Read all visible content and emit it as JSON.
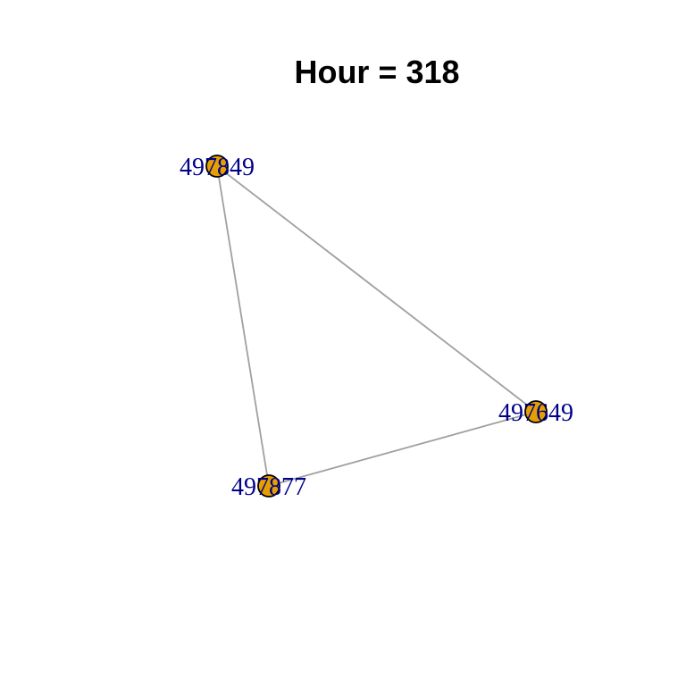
{
  "title": "Hour = 318",
  "graph": {
    "nodes": [
      {
        "id": "497849",
        "label": "497849"
      },
      {
        "id": "497649",
        "label": "497649"
      },
      {
        "id": "497877",
        "label": "497877"
      }
    ],
    "edges": [
      {
        "source": "497849",
        "target": "497649"
      },
      {
        "source": "497849",
        "target": "497877"
      },
      {
        "source": "497877",
        "target": "497649"
      }
    ]
  },
  "colors": {
    "node_fill": "#E69F00",
    "node_stroke": "#000000",
    "edge": "#A0A0A0",
    "label": "#00008B"
  }
}
